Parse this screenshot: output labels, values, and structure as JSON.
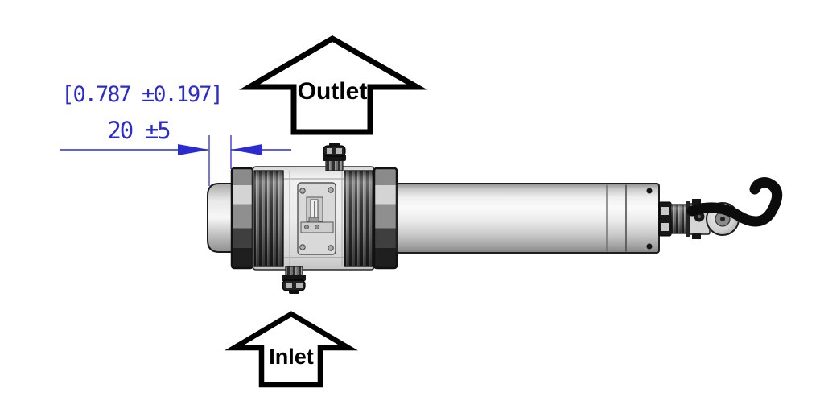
{
  "flow": {
    "outlet_label": "Outlet",
    "inlet_label": "Inlet"
  },
  "dimension": {
    "secondary_label": "[0.787 ±0.197]",
    "primary_label": "20 ±5"
  },
  "colors": {
    "dimension_accent": "#2b2bd0",
    "arrow_outline": "#000000",
    "background": "#ffffff",
    "cable_black": "#0c0c0c",
    "metal_light": "#f4f4f4",
    "metal_dark": "#8b8b8b"
  },
  "icons": {
    "outlet_arrow": "up-arrow-outline",
    "inlet_arrow": "up-arrow-outline",
    "dimension_arrows": "filled-triangle-pair"
  }
}
